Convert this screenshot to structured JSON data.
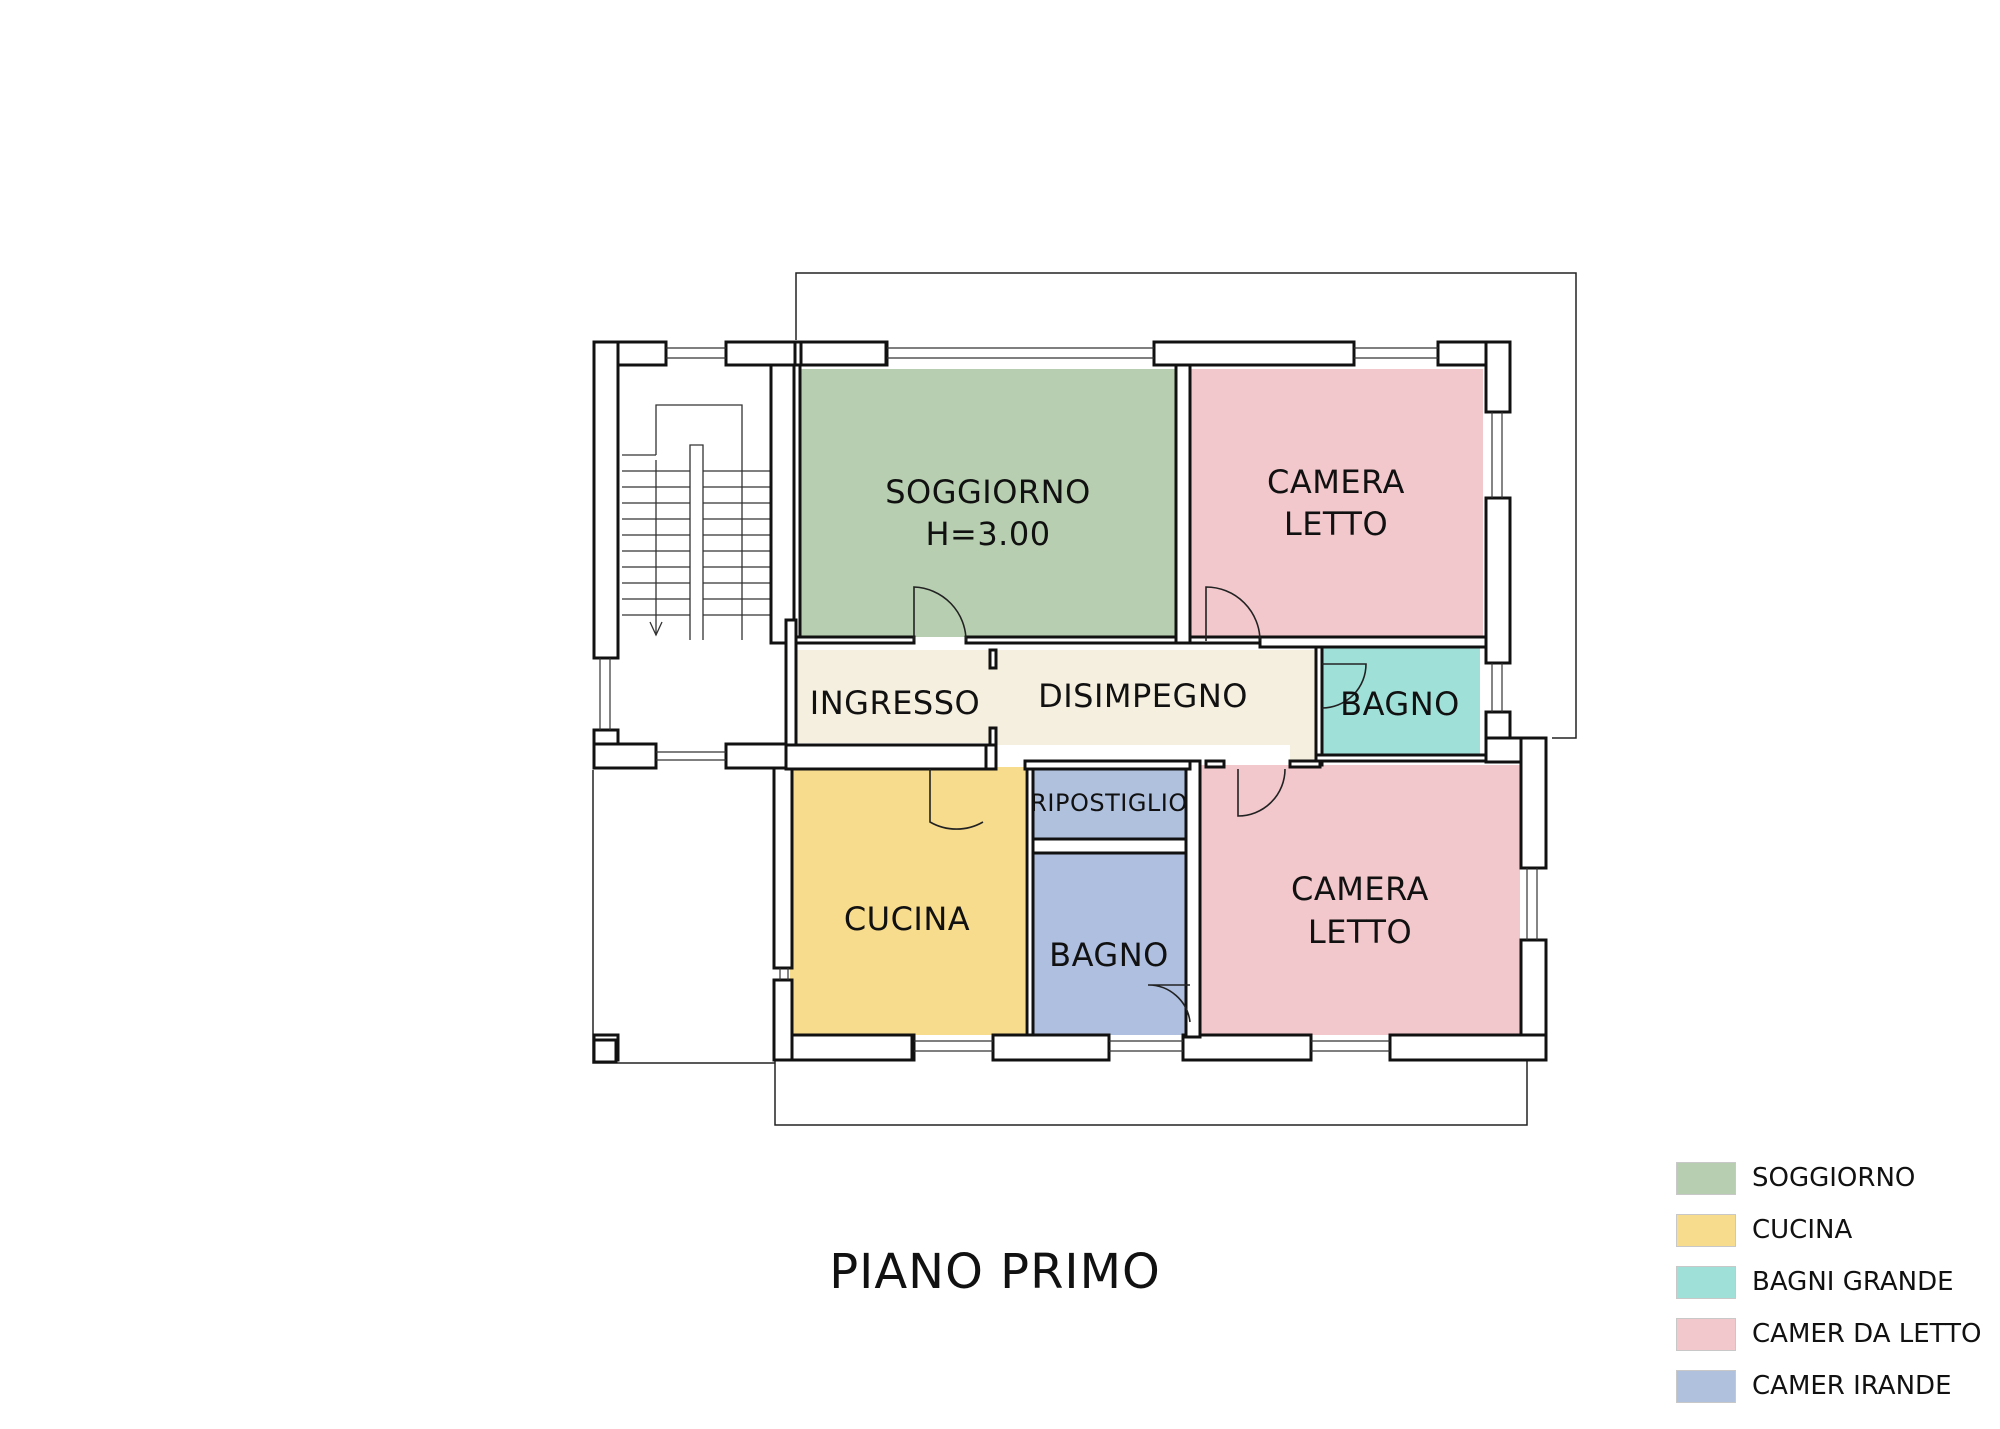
{
  "title": "PIANO PRIMO",
  "rooms": {
    "soggiorno": {
      "line1": "SOGGIORNO",
      "line2": "H=3.00",
      "color": "#b7cfb0"
    },
    "camera_top": {
      "line1": "CAMERA",
      "line2": "LETTO",
      "color": "#f2c8cc"
    },
    "ingresso": {
      "label": "INGRESSO",
      "color": "#f5efdf"
    },
    "disimpegno": {
      "label": "DISIMPEGNO",
      "color": "#f5efdf"
    },
    "bagno_top": {
      "label": "BAGNO",
      "color": "#9fe0d9"
    },
    "ripostiglio": {
      "label": "RIPOSTIGLIO",
      "color": "#b0c1de"
    },
    "cucina": {
      "label": "CUCINA",
      "color": "#f8dc8d"
    },
    "bagno_bottom": {
      "label": "BAGNO",
      "color": "#aebfe0"
    },
    "camera_bottom": {
      "line1": "CAMERA",
      "line2": "LETTO",
      "color": "#f2c8cc"
    }
  },
  "legend": [
    {
      "label": "SOGGIORNO",
      "color": "#b7cfb0"
    },
    {
      "label": "CUCINA",
      "color": "#f8dc8d"
    },
    {
      "label": "BAGNI GRANDE",
      "color": "#9fe0d9"
    },
    {
      "label": "CAMER DA LETTO",
      "color": "#f2c8cc"
    },
    {
      "label": "CAMER IRANDE",
      "color": "#b0c1de"
    }
  ]
}
